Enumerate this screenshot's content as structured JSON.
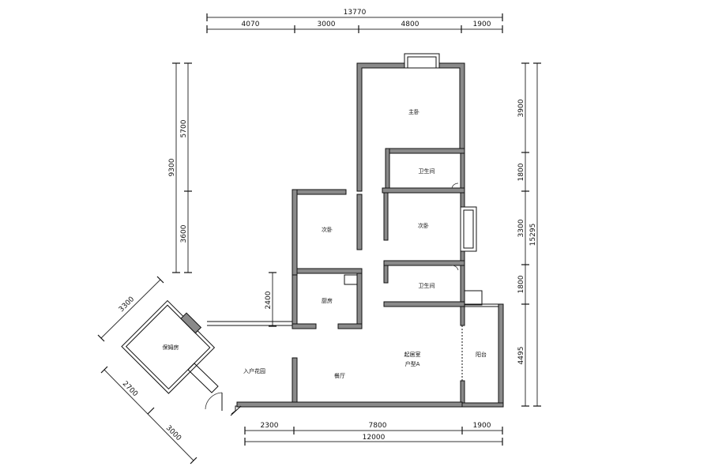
{
  "dimensions": {
    "top_total": "13770",
    "top_segments": [
      "4070",
      "3000",
      "4800",
      "1900"
    ],
    "bottom_segments": [
      "2300",
      "7800",
      "1900"
    ],
    "bottom_total": "12000",
    "left_total": "9300",
    "left_segments": [
      "5700",
      "3600"
    ],
    "left_kitchen": "2400",
    "right_total": "15295",
    "right_segments": [
      "3900",
      "1800",
      "3300",
      "1800",
      "4495"
    ],
    "diag_top": "3300",
    "diag_bottom_a": "2700",
    "diag_bottom_b": "3000"
  },
  "rooms": {
    "master_bedroom": "主卧",
    "bathroom_1": "卫生间",
    "secondary_bedroom_left": "次卧",
    "secondary_bedroom_right": "次卧",
    "bathroom_2": "卫生间",
    "kitchen": "厨房",
    "nanny_room": "保姆房",
    "entrance_garden": "入户花园",
    "dining_room": "餐厅",
    "living_room": "起居室",
    "unit_type": "户型A",
    "balcony": "阳台"
  }
}
